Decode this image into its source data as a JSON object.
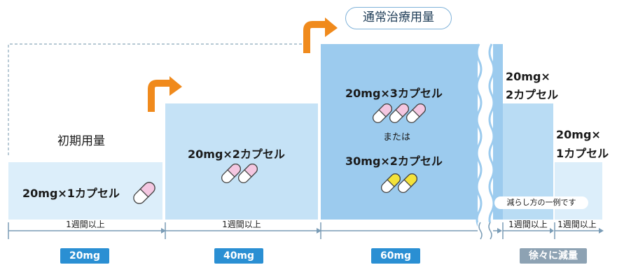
{
  "title": "通常治療用量",
  "initial_label": "初期用量",
  "stage1": {
    "dose": "20mg×1カプセル",
    "duration": "1週間以上",
    "tag": "20mg"
  },
  "stage2": {
    "dose": "20mg×2カプセル",
    "duration": "1週間以上",
    "tag": "40mg"
  },
  "stage3": {
    "dose_a": "20mg×3カプセル",
    "or": "または",
    "dose_b": "30mg×2カプセル",
    "tag": "60mg"
  },
  "stage4": {
    "dose_line1": "20mg×",
    "dose_line2": "2カプセル",
    "duration": "1週間以上"
  },
  "stage5": {
    "dose_line1": "20mg×",
    "dose_line2": "1カプセル",
    "duration": "1週間以上"
  },
  "taper_note": "減らし方の一例です",
  "taper_tag": "徐々に減量",
  "colors": {
    "light_block": "#dceefa",
    "mid_block": "#b9dcf4",
    "dark_block": "#9acbee",
    "tag_blue": "#2a8fd3",
    "taper_gray": "#8da2b3",
    "arrow_orange": "#f08a1c",
    "pill_pink": "#f4c7e1",
    "pill_yellow": "#f4e23a"
  }
}
